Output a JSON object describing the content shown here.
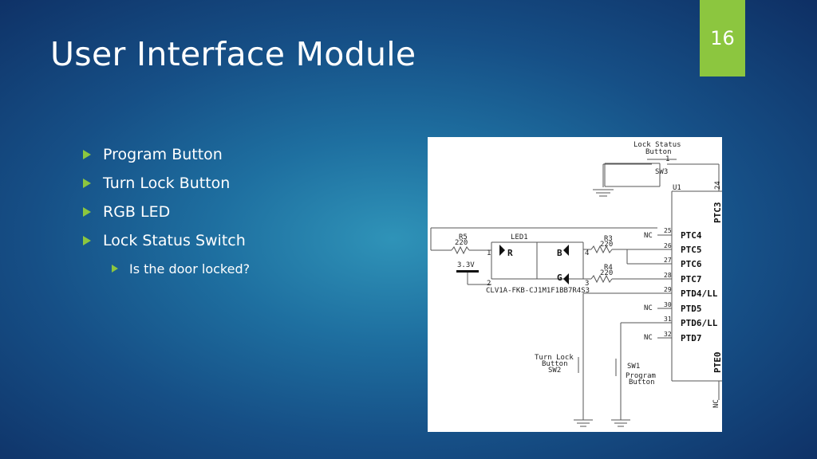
{
  "title": "User Interface Module",
  "slide_number": "16",
  "bullets": [
    {
      "label": "Program Button"
    },
    {
      "label": "Turn Lock Button"
    },
    {
      "label": "RGB LED"
    },
    {
      "label": "Lock Status Switch"
    }
  ],
  "sub_bullets": [
    {
      "label": "Is the door locked?"
    }
  ],
  "schematic": {
    "lock_status_label_1": "Lock Status",
    "lock_status_label_2": "Button",
    "sw3": "SW3",
    "u1": "U1",
    "pin24": "24",
    "ptc3": "PTC3",
    "nc": "NC",
    "pins": [
      "25",
      "26",
      "27",
      "28",
      "29",
      "30",
      "31",
      "32"
    ],
    "ports": [
      "PTC4",
      "PTC5",
      "PTC6",
      "PTC7",
      "PTD4/LL",
      "PTD5",
      "PTD6/LL",
      "PTD7"
    ],
    "r5": "R5",
    "r5_val": "220",
    "led1": "LED1",
    "r3": "R3",
    "r3_val": "220",
    "r4": "R4",
    "r4_val": "220",
    "v33": "3.3V",
    "led_r": "R",
    "led_b": "B",
    "led_g": "G",
    "pin1": "1",
    "pin2": "2",
    "pin3": "3",
    "pin4": "4",
    "led_part": "CLV1A-FKB-CJ1M1F1BB7R4S3",
    "turn_lock_1": "Turn Lock",
    "turn_lock_2": "Button",
    "sw2": "SW2",
    "sw1": "SW1",
    "program_1": "Program",
    "program_2": "Button",
    "pte0": "PTE0",
    "pin1_pte": "1"
  }
}
